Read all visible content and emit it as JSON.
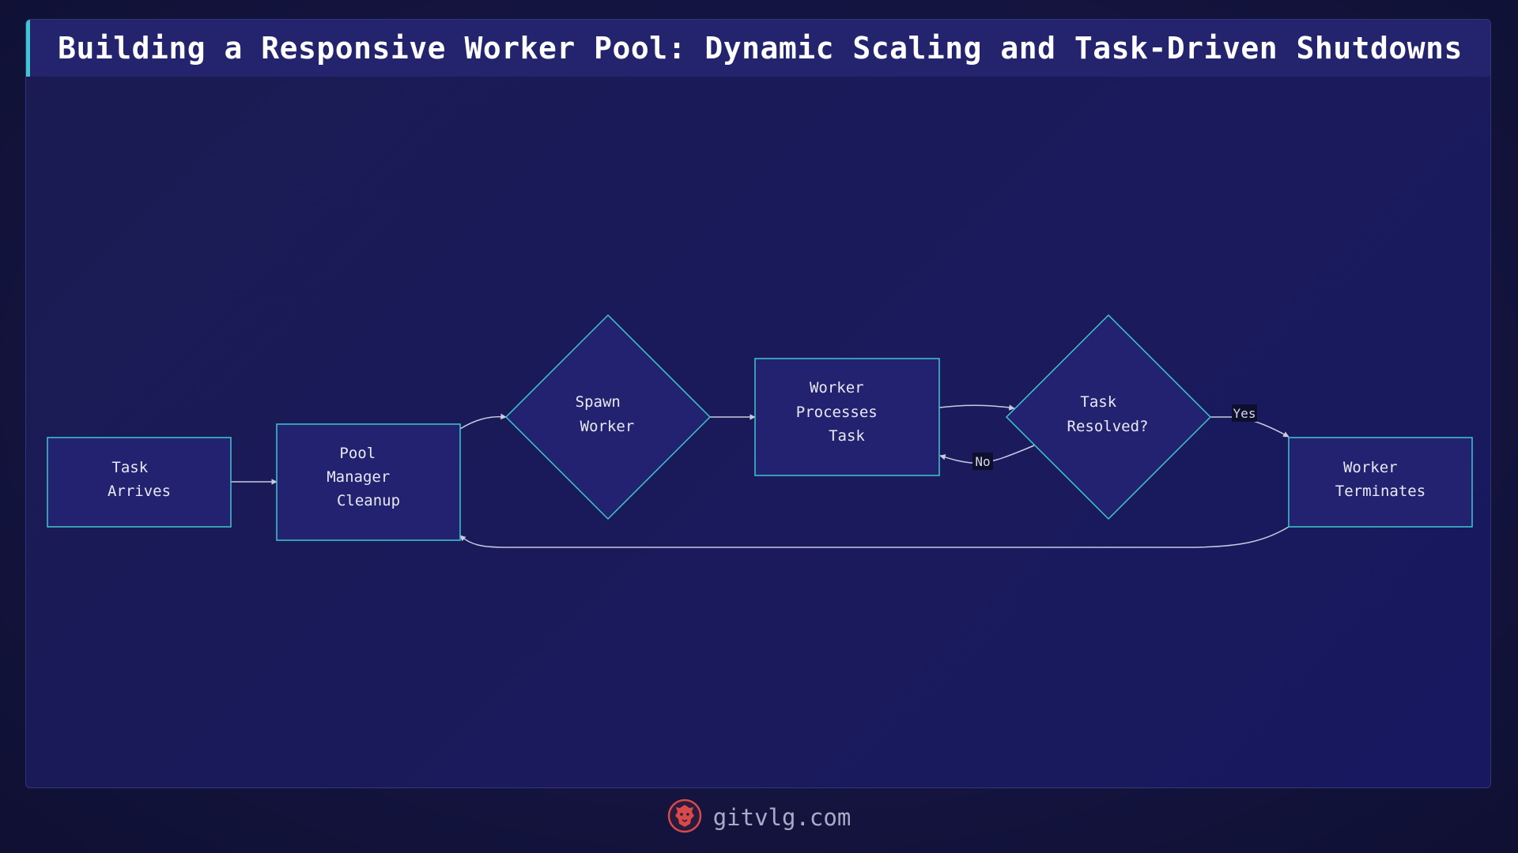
{
  "title": "Building a Responsive Worker Pool: Dynamic Scaling and Task-Driven Shutdowns",
  "colors": {
    "node_fill": "#222270",
    "node_stroke": "#3ec7cf",
    "edge": "#c9cbe0",
    "accent": "#3ec7cf",
    "logo": "#d84a4a"
  },
  "nodes": {
    "task_arrives": [
      "Task",
      "Arrives"
    ],
    "pool_manager": [
      "Pool",
      "Manager",
      "Cleanup"
    ],
    "spawn_worker": [
      "Spawn",
      "Worker"
    ],
    "worker_processes": [
      "Worker",
      "Processes",
      "Task"
    ],
    "task_resolved": [
      "Task",
      "Resolved?"
    ],
    "worker_terminates": [
      "Worker",
      "Terminates"
    ]
  },
  "edges": {
    "yes_label": "Yes",
    "no_label": "No"
  },
  "footer": {
    "site": "gitvlg.com",
    "logo_icon": "lion-logo-icon"
  }
}
